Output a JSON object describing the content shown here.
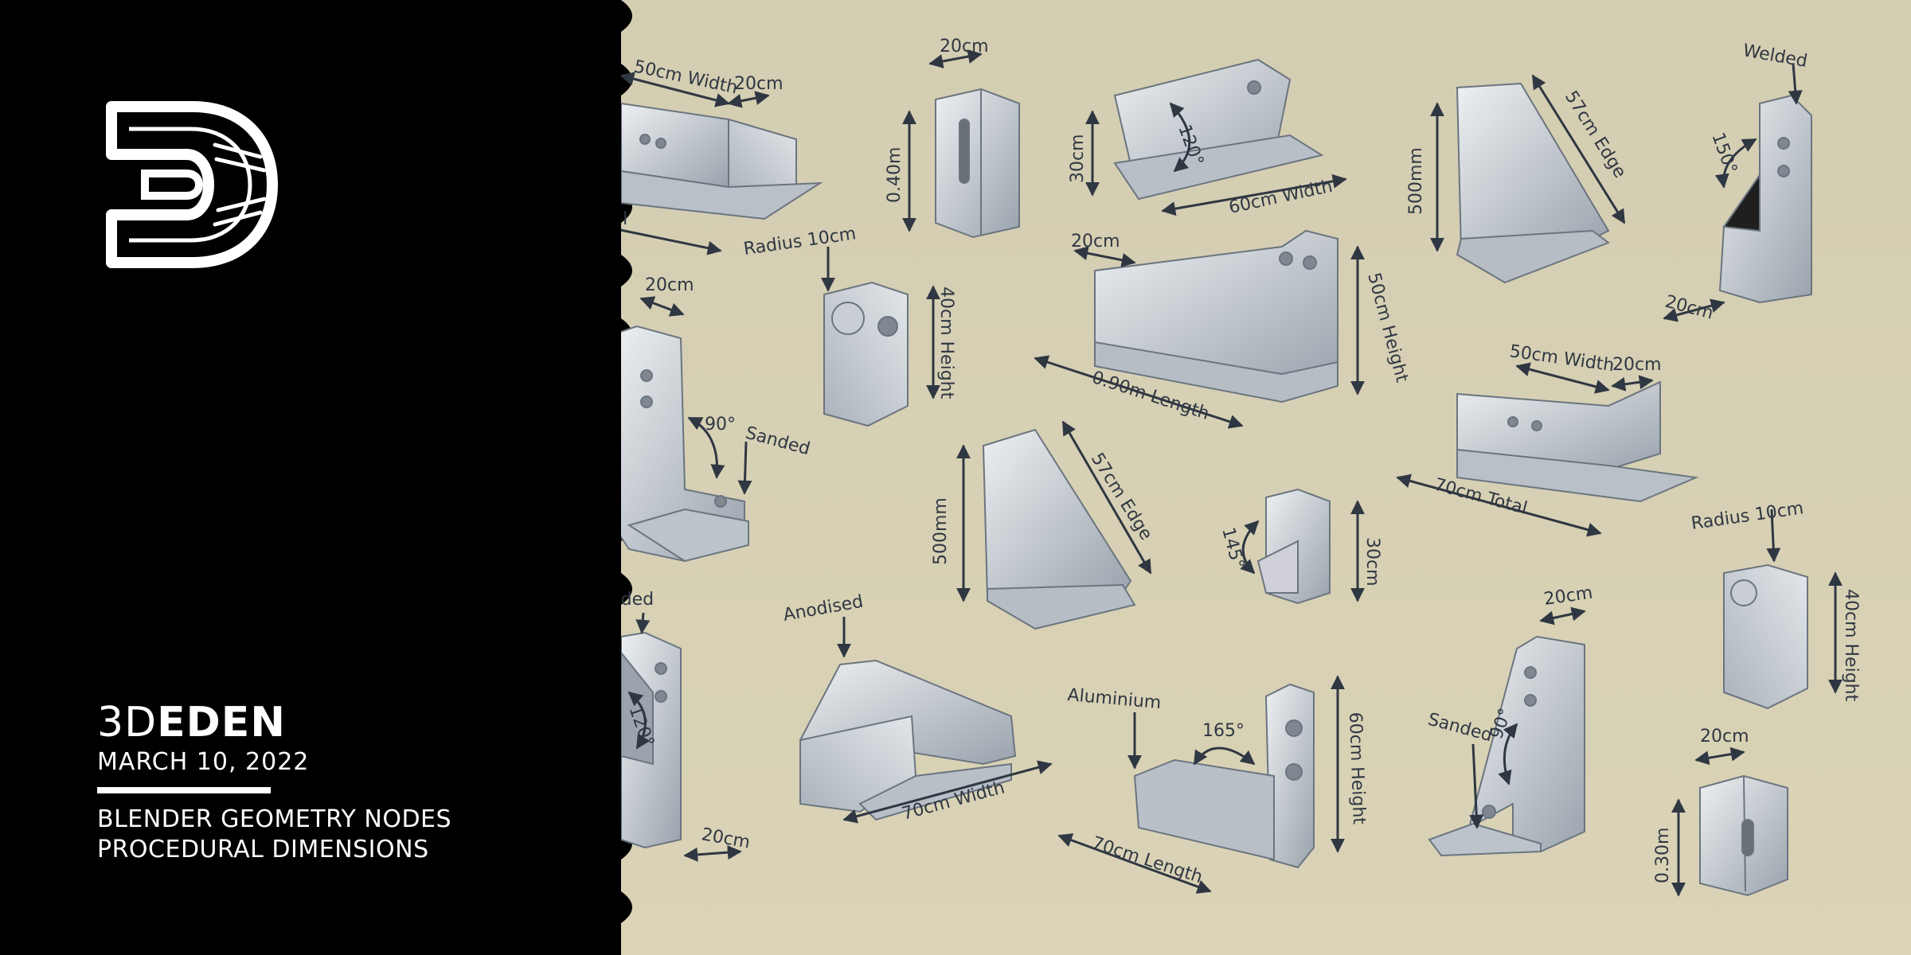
{
  "brand": {
    "light": "3D",
    "bold": "EDEN"
  },
  "date": "MARCH 10, 2022",
  "subtitle": {
    "line1": "BLENDER GEOMETRY NODES",
    "line2": "PROCEDURAL DIMENSIONS"
  },
  "scene_labels": {
    "bracket_1_width": "50cm Width",
    "bracket_1_depth": "20cm",
    "bracket_1_total": "tal",
    "block_1_width": "20cm",
    "block_1_height": "0.40m",
    "angle_1_height": "30cm",
    "angle_1_angle": "120°",
    "angle_1_width": "60cm Width",
    "gusset_1_height": "500mm",
    "gusset_1_edge": "57cm Edge",
    "corner_1_weld": "Welded",
    "corner_1_angle": "150°",
    "corner_1_width": "20cm",
    "lbracket_1_width": "20cm",
    "lbracket_1_angle": "90°",
    "lbracket_1_finish": "Sanded",
    "tab_1_radius": "Radius 10cm",
    "tab_1_height": "40cm Height",
    "long_1_width": "20cm",
    "long_1_length": "0.90m Length",
    "long_1_height": "50cm Height",
    "bracket_2_width": "50cm Width",
    "bracket_2_depth": "20cm",
    "bracket_2_total": "70cm Total",
    "gusset_2_height": "500mm",
    "gusset_2_edge": "57cm Edge",
    "cube_angle": "145°",
    "cube_height": "30cm",
    "tab_2_radius": "Radius 10cm",
    "tab_2_height": "40cm Height",
    "corner_2_weld": "elded",
    "corner_2_angle": "120°",
    "corner_2_width": "20cm",
    "channel_finish": "Anodised",
    "channel_width": "70cm Width",
    "plate_material": "Aluminium",
    "plate_angle": "165°",
    "plate_length": "70cm Length",
    "plate_height": "60cm Height",
    "lbracket_2_width": "20cm",
    "lbracket_2_finish": "Sanded",
    "lbracket_2_angle": "90°",
    "block_2_width": "20cm",
    "block_2_height": "0.30m"
  }
}
